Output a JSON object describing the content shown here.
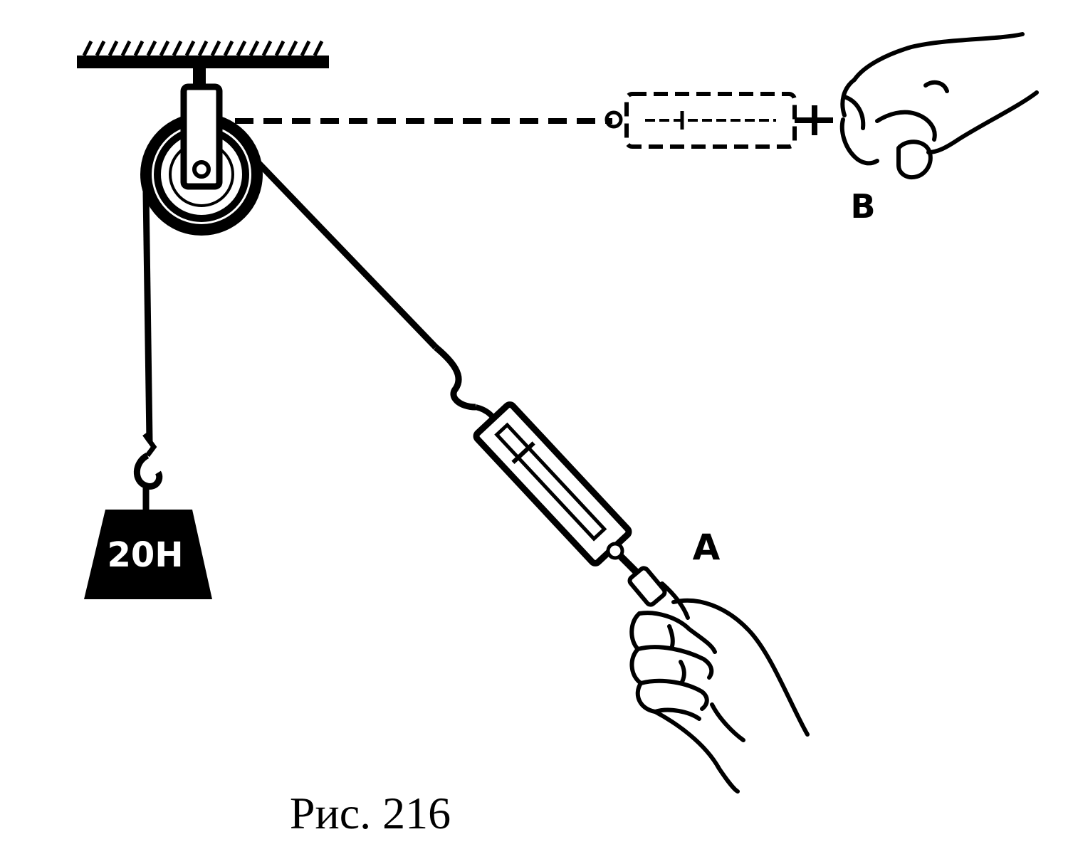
{
  "figure": {
    "weight_label": "20Н",
    "label_a": "A",
    "label_b": "B",
    "caption": "Рис. 216"
  },
  "colors": {
    "ink": "#000000",
    "paper": "#ffffff"
  }
}
